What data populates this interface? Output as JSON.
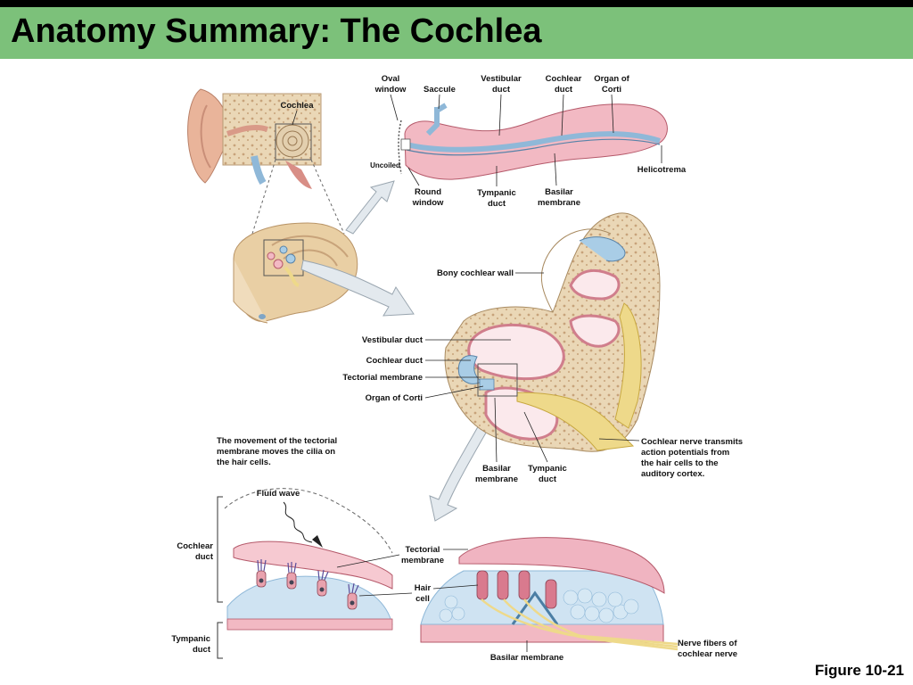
{
  "title": "Anatomy Summary: The Cochlea",
  "figure_label": "Figure 10-21",
  "labels": {
    "cochlea": "Cochlea",
    "oval_window_1": "Oval",
    "oval_window_2": "window",
    "saccule": "Saccule",
    "vestibular_duct_top_1": "Vestibular",
    "vestibular_duct_top_2": "duct",
    "cochlear_duct_top_1": "Cochlear",
    "cochlear_duct_top_2": "duct",
    "organ_corti_top_1": "Organ of",
    "organ_corti_top_2": "Corti",
    "uncoiled": "Uncoiled",
    "helicotrema": "Helicotrema",
    "round_window_1": "Round",
    "round_window_2": "window",
    "tympanic_duct_top_1": "Tympanic",
    "tympanic_duct_top_2": "duct",
    "basilar_membrane_top_1": "Basilar",
    "basilar_membrane_top_2": "membrane",
    "bony_cochlear_wall": "Bony cochlear wall",
    "vestibular_duct_mid": "Vestibular duct",
    "cochlear_duct_mid": "Cochlear duct",
    "tectorial_membrane_mid": "Tectorial membrane",
    "organ_corti_mid": "Organ of Corti",
    "nerve_note_1": "Cochlear nerve transmits",
    "nerve_note_2": "action potentials from",
    "nerve_note_3": "the hair cells to the",
    "nerve_note_4": "auditory cortex.",
    "basilar_membrane_mid_1": "Basilar",
    "basilar_membrane_mid_2": "membrane",
    "tympanic_duct_mid_1": "Tympanic",
    "tympanic_duct_mid_2": "duct",
    "movement_note_1": "The movement of the tectorial",
    "movement_note_2": "membrane moves the cilia on",
    "movement_note_3": "the hair cells.",
    "fluid_wave": "Fluid wave",
    "cochlear_duct_low_1": "Cochlear",
    "cochlear_duct_low_2": "duct",
    "tectorial_membrane_low_1": "Tectorial",
    "tectorial_membrane_low_2": "membrane",
    "hair_cell_1": "Hair",
    "hair_cell_2": "cell",
    "tympanic_duct_low_1": "Tympanic",
    "tympanic_duct_low_2": "duct",
    "nerve_fibers_1": "Nerve fibers of",
    "nerve_fibers_2": "cochlear nerve",
    "basilar_membrane_low": "Basilar membrane"
  },
  "colors": {
    "title_bar": "#7cc17a",
    "membrane_pink": "#f2b9c3",
    "duct_blue": "#a9cde6",
    "bone_tan": "#e9d6b5",
    "nerve_yellow": "#eed98a"
  }
}
